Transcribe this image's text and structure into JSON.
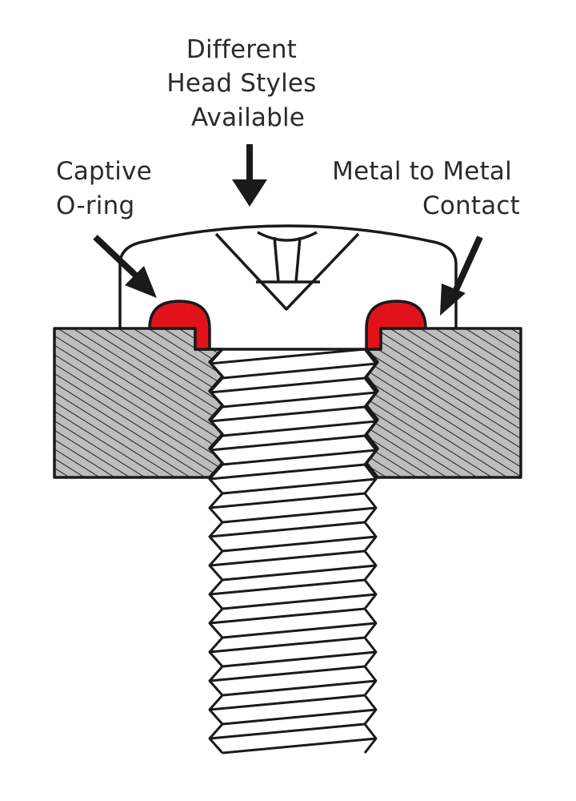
{
  "labels": {
    "head_styles": [
      "Different",
      "Head Styles",
      "Available"
    ],
    "captive_oring": [
      "Captive",
      "O-ring"
    ],
    "metal_contact": [
      "Metal to Metal",
      "Contact"
    ]
  },
  "colors": {
    "oring": "#e2121b",
    "outline": "#1a1a1a",
    "hatch": "#2a2a2a",
    "plate_fill": "#bdbdbd",
    "background": "#ffffff"
  },
  "icons": [
    "arrow-down-icon",
    "arrow-down-right-icon",
    "arrow-down-left-icon"
  ]
}
